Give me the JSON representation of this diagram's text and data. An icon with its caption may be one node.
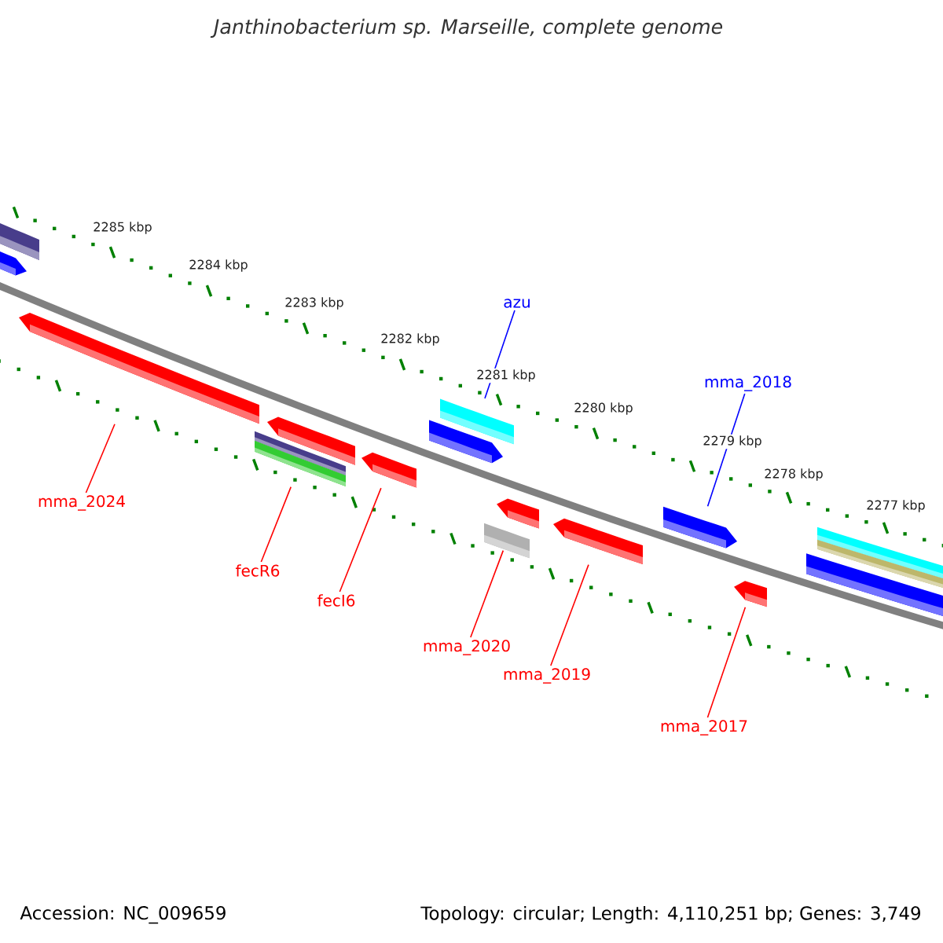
{
  "diagram": {
    "title": "Janthinobacterium sp. Marseille, complete genome",
    "nodes": [
      {
        "text": [
          "azu"
        ]
      },
      {
        "text": [],
        "shape": "bar"
      },
      {
        "text": [
          "mma_2018"
        ]
      },
      {
        "text": [],
        "shape": "bar"
      },
      {
        "text": [
          "mma_2024"
        ]
      },
      {
        "text": [],
        "shape": "bar"
      },
      {
        "text": [
          "fecR6"
        ]
      },
      {
        "text": [],
        "shape": "bar"
      },
      {
        "text": [
          "fecI6"
        ]
      },
      {
        "text": [],
        "shape": "bar"
      },
      {
        "text": [
          "mma_2020"
        ]
      },
      {
        "text": [],
        "shape": "bar"
      },
      {
        "text": [
          "mma_2019"
        ]
      },
      {
        "text": [],
        "shape": "bar"
      },
      {
        "text": [
          "mma_2017"
        ]
      },
      {
        "text": [],
        "shape": "bar"
      }
    ],
    "edges": [
      {
        "from": 0,
        "to": 1,
        "arrow": "none",
        "color": "#0000ff"
      },
      {
        "from": 2,
        "to": 3,
        "arrow": "none",
        "color": "#0000ff"
      },
      {
        "from": 4,
        "to": 5,
        "arrow": "none"
      },
      {
        "from": 6,
        "to": 7,
        "arrow": "none"
      },
      {
        "from": 8,
        "to": 9,
        "arrow": "none"
      },
      {
        "from": 10,
        "to": 11,
        "arrow": "none"
      },
      {
        "from": 12,
        "to": 13,
        "arrow": "none"
      },
      {
        "from": 14,
        "to": 15,
        "arrow": "none"
      }
    ],
    "labels": [
      "2285 kbp",
      "2284 kbp",
      "2283 kbp",
      "2282 kbp",
      "2281 kbp",
      "2280 kbp",
      "2279 kbp",
      "2278 kbp",
      "2277 kbp",
      "Accession: NC_009659",
      "Topology: circular; Length: 4,110,251 bp; Genes: 3,749"
    ]
  }
}
